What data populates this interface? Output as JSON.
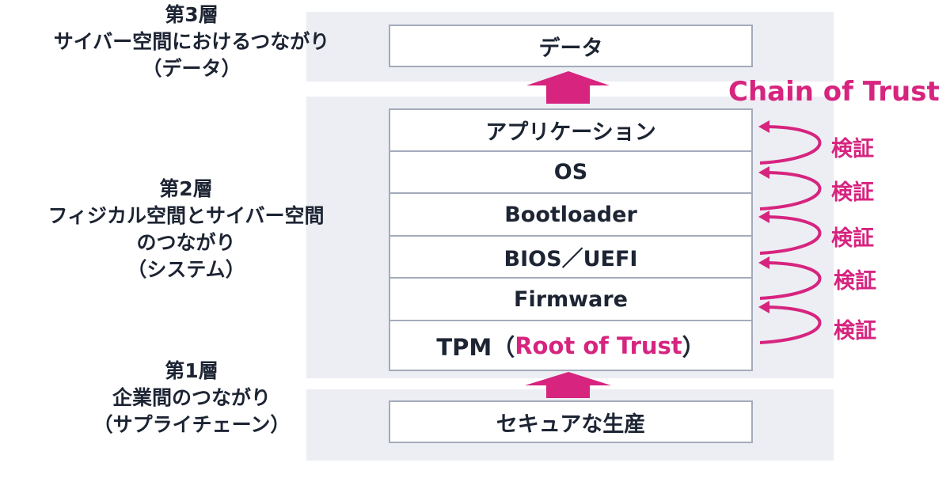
{
  "layers": [
    {
      "title": "第3層",
      "lines": [
        "サイバー空間におけるつながり",
        "（データ）"
      ]
    },
    {
      "title": "第2層",
      "lines": [
        "フィジカル空間とサイバー空間",
        "のつながり",
        "（システム）"
      ]
    },
    {
      "title": "第1層",
      "lines": [
        "企業間のつながり",
        "（サプライチェーン）"
      ]
    }
  ],
  "data_box": "データ",
  "stack": [
    "アプリケーション",
    "OS",
    "Bootloader",
    "BIOS／UEFI",
    "Firmware"
  ],
  "tpm": {
    "prefix": "TPM（",
    "root": "Root of Trust",
    "suffix": "）"
  },
  "secure_box": "セキュアな生産",
  "chain_title": "Chain of Trust",
  "verify_label": "検証",
  "colors": {
    "accent": "#d6247f",
    "panel": "#eceef3",
    "text": "#1d2433"
  }
}
